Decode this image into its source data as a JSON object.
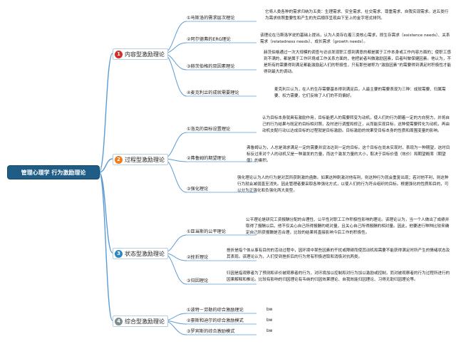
{
  "root": {
    "label": "管理心理学 行为激励理论"
  },
  "colors": {
    "root_bg": "#1f5c86",
    "link": "#5b9bd5",
    "badge_1": "#d0312d",
    "badge_2": "#f07c1e",
    "badge_3": "#2e86c1",
    "badge_4": "#7f8c8d"
  },
  "categories": [
    {
      "num": "1",
      "label": "内容型激励理论",
      "items": [
        {
          "label": "①马斯洛的需求层次理论",
          "desc": "它将人类各种的需求归纳为五类：生理需求、安全需求、社交需求、尊重需求、自我实现需求。这五类行为需求依照重要性和产生的先后顺序呈现由下至上的金字塔式排列。"
        },
        {
          "label": "②阿尔德弗的ERG理论",
          "desc": "该理论在马斯洛学说的基础上提出，认为人类存在着三类核心需求，即生存需求（existence needs）、关系需求（relatedness needs）、成长需求（growth needs）。"
        },
        {
          "label": "③赫茨伯格的双因素理论",
          "desc": "赫茨伯格通过一次大规模的调查与访谈发现职工感到满意的都是属于工作本身或工作内容方面的；使职工感到不满的，都是属于工作环境或工作关系方面的，他把前者叫做激励因素，后者叫做保健因素。他认为，不是所有的需要得到满足都能激励起人们的积极性，只有那些被称为“激励因素”的需要得到满足时积极性才能得到最大的调动。"
        },
        {
          "label": "④麦克利兰的成就需要理论",
          "desc": "麦克利兰认为，在人的生存需要基本得到满足后，人最主要的需要表现为三种：成就需要、归属需要、权力需要，它们反映了人们的不同偏好。"
        }
      ]
    },
    {
      "num": "2",
      "label": "过程型激励理论",
      "items": [
        {
          "label": "①洛克的目标设置理论",
          "desc": "认为目标本身就具有激励作用，目标能把人的需要转变为动机，使人们的行为朝着一定的方向努力，并将自己的行为结果与既定的目标相对照，及时进行调整和修正，从而能实现目标。这种使需要转化为动机，再由动机支配行动以达成目标的过程就是目标激励。目标激励的效果受目标本身的性质和周围变量的影响。"
        },
        {
          "label": "②弗鲁姆的期望理论",
          "desc": "弗鲁姆认为，人总是渴求满足一定的需要并设法达到一定的目标。这个目标在尚未实现时，表现为一种期望，这时目标反过来对个人的动机又是一种激发的力量，而这个激发力量的大小，取决于目标价值（效价）和期望概率（期望值）的乘积。"
        },
        {
          "label": "③强化理论",
          "desc": "强化理论认为人的行为是对其所获刺激的函数。如果这种刺激对他有利，则这种行为就会重复出现；若对他不利，则这种行为就会减弱直至消失。因此管理者要采取各种强化方式，以使人们的行为符合组织的目标。根据强化的性质和目的，可以分为正强化和负强化两大类型。"
        }
      ]
    },
    {
      "num": "3",
      "label": "状态型激励理论",
      "items": [
        {
          "label": "①亚当斯的公平理论",
          "desc": "公平理论是研究工资报酬分配的合理性、公平性对职工工作积极性影响的理论。该理论认为，当一个人做出了成绩并取得了报酬以后，他不仅关心自己所得报酬的绝对量，且关心自己所得报酬的相对量。因此，他要进行种种比较来确定自己所获报酬是否合理，比较的结果将直接影响今后工作的积极性。"
        },
        {
          "label": "②挫折理论",
          "desc": "挫折是指个体从事有目的的活动过程中，因环境中某些因素的干扰或障碍而使其动机和需要不能获得满足时所产生的情绪状态及其表现。该理论认为，人们受到挫折后的行为常有积极进取和消极对抗两类。"
        },
        {
          "label": "③归因理论",
          "desc": "归因是指观察者为了预测和评价被观察者的行为，对环境加以控制和对行为加以激励或控制，而对被观察者的行为过程所进行的因果解释和推论。比较有影响的归因理论有韦纳的归因效果理论、自我效能归因理论、习得无助归因理论等。"
        }
      ]
    },
    {
      "num": "4",
      "label": "综合型激励理论",
      "items": [
        {
          "label": "①波特－劳勒的综合激励理论",
          "tag": "bw"
        },
        {
          "label": "②豪斯和迪尔的综合激励模式",
          "tag": "bw"
        },
        {
          "label": "③罗宾斯的综合激励模式",
          "tag": "bw"
        }
      ]
    }
  ]
}
